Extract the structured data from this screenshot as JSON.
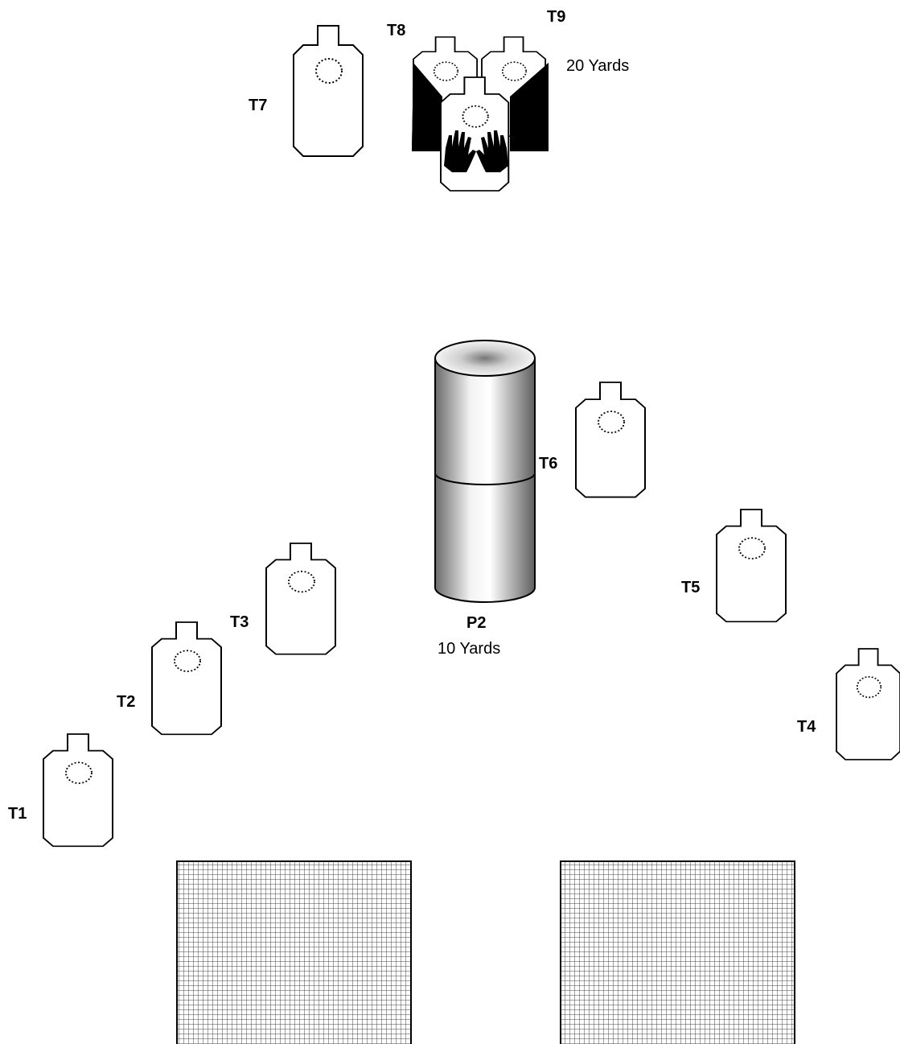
{
  "targets": [
    {
      "id": "T1",
      "label": "T1"
    },
    {
      "id": "T2",
      "label": "T2"
    },
    {
      "id": "T3",
      "label": "T3"
    },
    {
      "id": "T4",
      "label": "T4"
    },
    {
      "id": "T5",
      "label": "T5"
    },
    {
      "id": "T6",
      "label": "T6"
    },
    {
      "id": "T7",
      "label": "T7"
    },
    {
      "id": "T8",
      "label": "T8"
    },
    {
      "id": "T9",
      "label": "T9"
    }
  ],
  "distances": {
    "far_group": "20 Yards",
    "prop": "10 Yards"
  },
  "prop": {
    "label": "P2",
    "kind": "barrel-stack"
  },
  "no_shoot": {
    "kind": "hands-up-no-shoot"
  },
  "icons": {
    "target": "silhouette-target-icon",
    "hands": "hands-icon",
    "barrel": "barrel-icon",
    "mesh_wall": "mesh-wall-icon"
  },
  "colors": {
    "ink": "#000000",
    "paper": "#ffffff"
  }
}
